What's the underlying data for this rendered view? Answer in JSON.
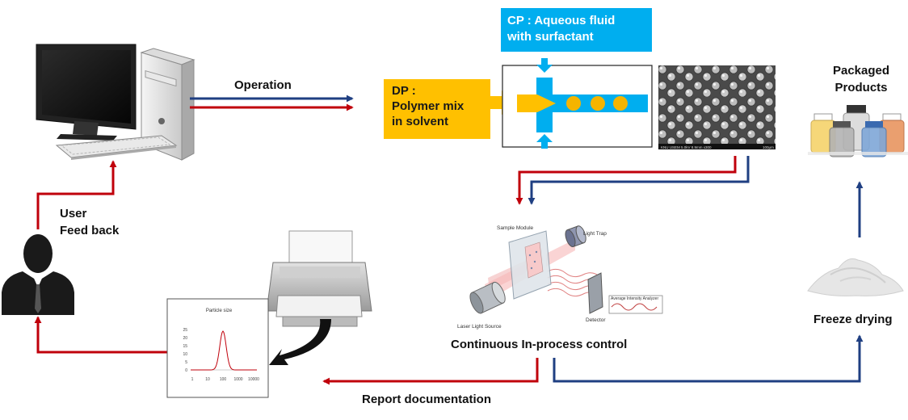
{
  "labels": {
    "operation": "Operation",
    "user_feedback": "User\nFeed back",
    "dp": "DP :\nPolymer mix\nin solvent",
    "cp": "CP : Aqueous fluid\nwith surfactant",
    "packaged": "Packaged\nProducts",
    "freeze": "Freeze drying",
    "ipc": "Continuous In-process control",
    "report": "Report documentation"
  },
  "sem": {
    "caption": "KNU  USEM 5.0kV 8.9mm x300",
    "scale": "100μm"
  },
  "dls": {
    "sample_module": "Sample Module",
    "light_trap": "Light Trap",
    "detector": "Detector",
    "analyzer": "Average Intensity Analyzer",
    "laser": "Laser Light Source"
  },
  "report_chart": {
    "title": "Particle  size",
    "y_ticks": [
      "25",
      "20",
      "15",
      "10",
      "5",
      "0"
    ],
    "x_ticks": [
      "1",
      "10",
      "100",
      "1000",
      "10000"
    ]
  },
  "colors": {
    "red": "#c0000b",
    "blue": "#1f3f82",
    "cp_blue": "#00aeef",
    "dp_yellow": "#ffc000",
    "droplet": "#f4b400"
  },
  "icons": [
    "computer-icon",
    "printer-icon",
    "user-silhouette-icon",
    "vials-icon",
    "powder-icon",
    "sem-image",
    "dls-apparatus-icon"
  ]
}
